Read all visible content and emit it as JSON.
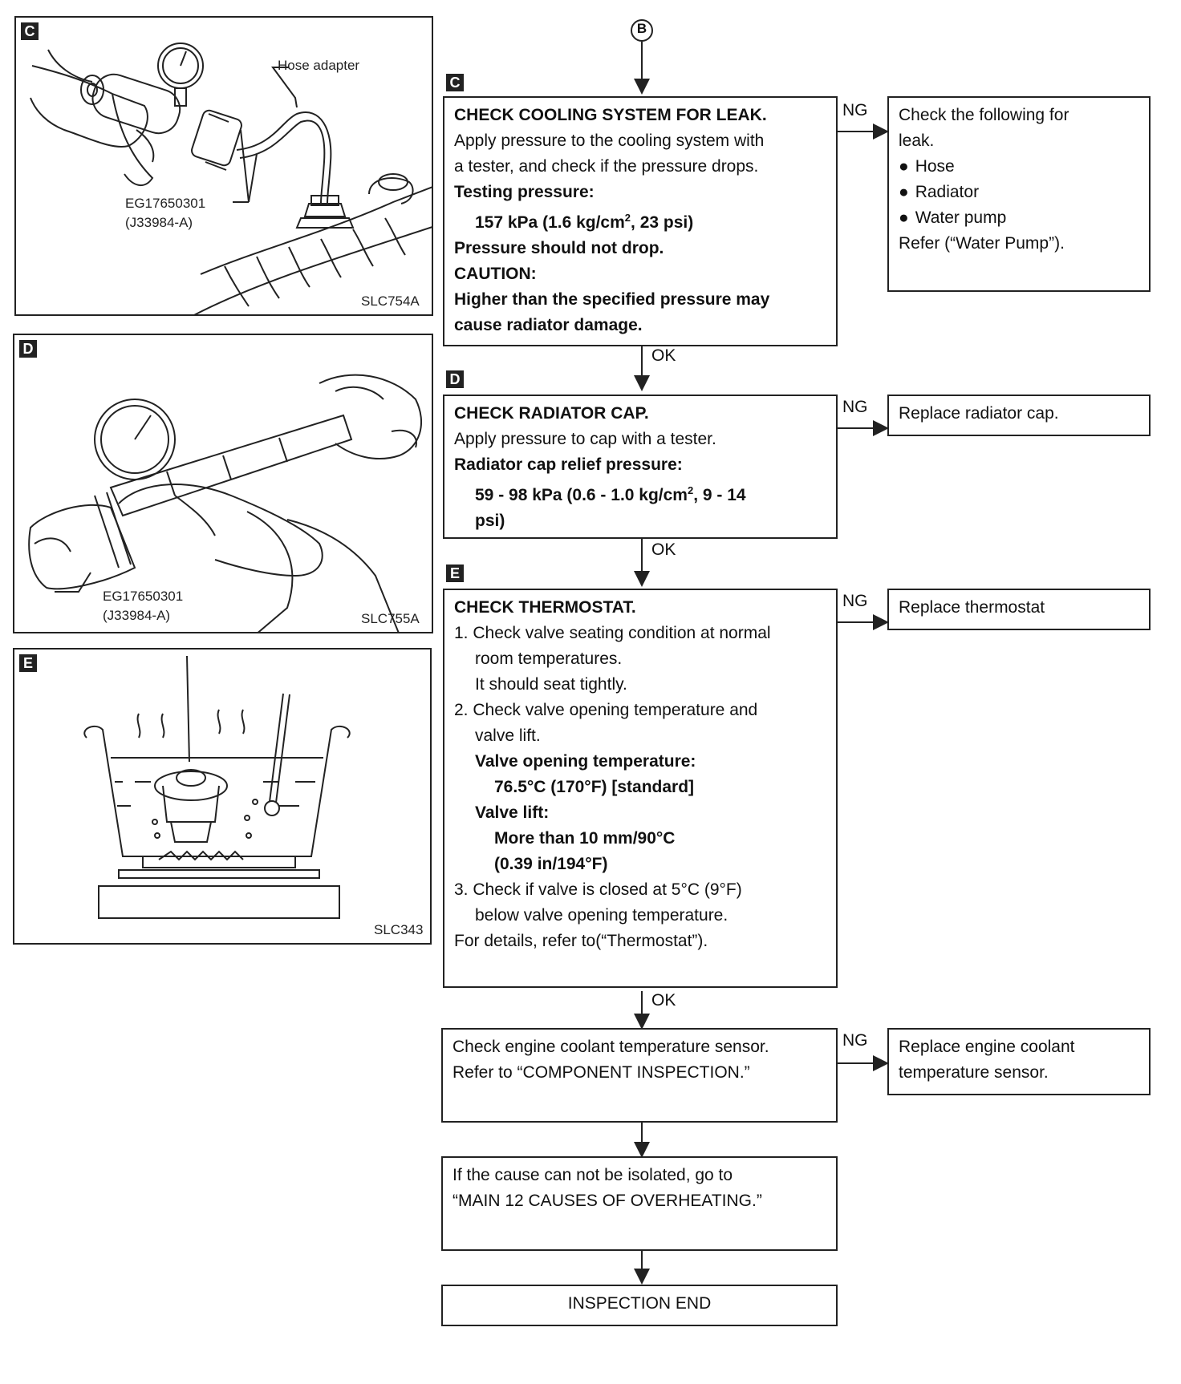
{
  "figures": {
    "c": {
      "tag": "C",
      "hose_adapter": "Hose adapter",
      "tool_code": "EG17650301",
      "tool_alt": "(J33984-A)",
      "ref": "SLC754A"
    },
    "d": {
      "tag": "D",
      "tool_code": "EG17650301",
      "tool_alt": "(J33984-A)",
      "ref": "SLC755A"
    },
    "e": {
      "tag": "E",
      "ref": "SLC343"
    }
  },
  "flow": {
    "start_connector": "B",
    "ok": "OK",
    "ng": "NG",
    "step_c": {
      "tag": "C",
      "title": "CHECK COOLING SYSTEM FOR LEAK.",
      "line1": "Apply pressure to the cooling system with",
      "line2": "a tester, and check if the pressure drops.",
      "testing_label": "Testing pressure:",
      "testing_value_a": "157 kPa (1.6 kg/cm",
      "testing_sup": "2",
      "testing_value_b": ", 23 psi)",
      "no_drop": "Pressure should not drop.",
      "caution": "CAUTION:",
      "caution_line1": "Higher than the specified pressure may",
      "caution_line2": "cause radiator damage."
    },
    "ng_c": {
      "line1": "Check the following for",
      "line2": "leak.",
      "items": [
        "Hose",
        "Radiator",
        "Water pump"
      ],
      "refer": "Refer (“Water Pump”)."
    },
    "step_d": {
      "tag": "D",
      "title": "CHECK RADIATOR CAP.",
      "line1": "Apply pressure to cap with a tester.",
      "relief_label": "Radiator cap relief pressure:",
      "relief_value_a": "59 - 98 kPa (0.6 - 1.0 kg/cm",
      "relief_sup": "2",
      "relief_value_b": ", 9 - 14",
      "relief_value_c": "psi)"
    },
    "ng_d": {
      "text": "Replace radiator cap."
    },
    "step_e": {
      "tag": "E",
      "title": "CHECK THERMOSTAT.",
      "s1_a": "1. Check valve seating condition at normal",
      "s1_b": "room temperatures.",
      "s1_c": "It should seat tightly.",
      "s2_a": "2. Check valve opening temperature and",
      "s2_b": "valve lift.",
      "opening_label": "Valve opening temperature:",
      "opening_value": "76.5°C (170°F) [standard]",
      "lift_label": "Valve lift:",
      "lift_value_a": "More than 10 mm/90°C",
      "lift_value_b": "(0.39 in/194°F)",
      "s3_a": "3. Check if valve is closed at 5°C (9°F)",
      "s3_b": "below valve opening temperature.",
      "details": "For details, refer to(“Thermostat”)."
    },
    "ng_e": {
      "text": "Replace thermostat"
    },
    "step_sensor": {
      "line1": "Check engine coolant temperature sensor.",
      "line2": "Refer to “COMPONENT INSPECTION.”"
    },
    "ng_sensor": {
      "line1": "Replace engine coolant",
      "line2": "temperature sensor."
    },
    "step_isolate": {
      "line1": "If the cause can not be isolated, go to",
      "line2": "“MAIN 12 CAUSES OF OVERHEATING.”"
    },
    "end": {
      "text": "INSPECTION END"
    }
  }
}
